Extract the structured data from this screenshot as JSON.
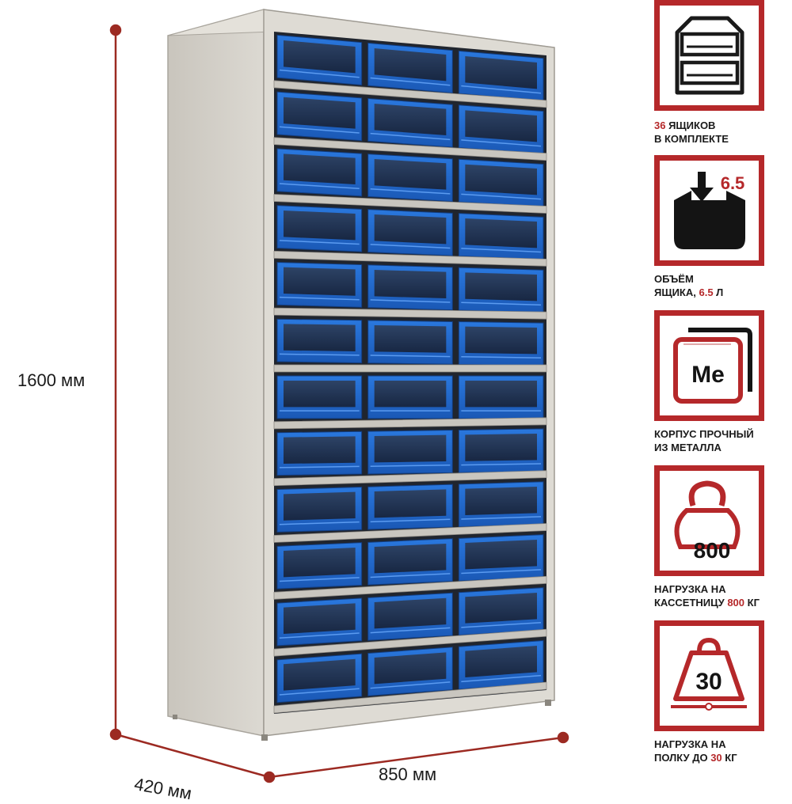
{
  "dimensions": {
    "height": "1600 мм",
    "depth": "420 мм",
    "width": "850 мм"
  },
  "cabinet": {
    "rows": 12,
    "columns": 3,
    "frame_color": "#d6d3cc",
    "drawer_color": "#1f66c9",
    "drawer_front_color": "#1a2740",
    "dimension_line_color": "#9c2a22"
  },
  "features": [
    {
      "icon": "drawers-icon",
      "value": "36",
      "line1_rest": " ЯЩИКОВ",
      "line2_pre": "В КОМПЛЕКТЕ",
      "line2_hl": "",
      "line2_post": ""
    },
    {
      "icon": "box-volume-icon",
      "icon_text": "6.5",
      "line1_pre": "ОБЪЁМ",
      "line2_pre": "ЯЩИКА, ",
      "line2_hl": "6.5",
      "line2_post": " Л"
    },
    {
      "icon": "metal-sheet-icon",
      "icon_text": "Me",
      "line1_pre": "КОРПУС ПРОЧНЫЙ",
      "line2_pre": "ИЗ МЕТАЛЛА",
      "line2_hl": "",
      "line2_post": ""
    },
    {
      "icon": "kettlebell-icon",
      "icon_text": "800",
      "line1_pre": "НАГРУЗКА НА",
      "line2_pre": "КАССЕТНИЦУ ",
      "line2_hl": "800",
      "line2_post": " КГ"
    },
    {
      "icon": "weight-icon",
      "icon_text": "30",
      "line1_pre": "НАГРУЗКА НА",
      "line2_pre": "ПОЛКУ ДО ",
      "line2_hl": "30",
      "line2_post": " КГ"
    }
  ],
  "accent_color": "#b5282a"
}
